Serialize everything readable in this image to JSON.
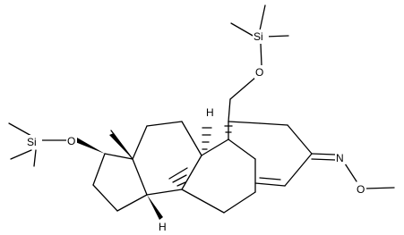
{
  "labels": {
    "si_top": "Si",
    "o_top": "O",
    "si_left": "Si",
    "o_left": "O",
    "h_c9": "H",
    "h_c14": "H",
    "n_oxime": "N",
    "o_oxime": "O"
  }
}
